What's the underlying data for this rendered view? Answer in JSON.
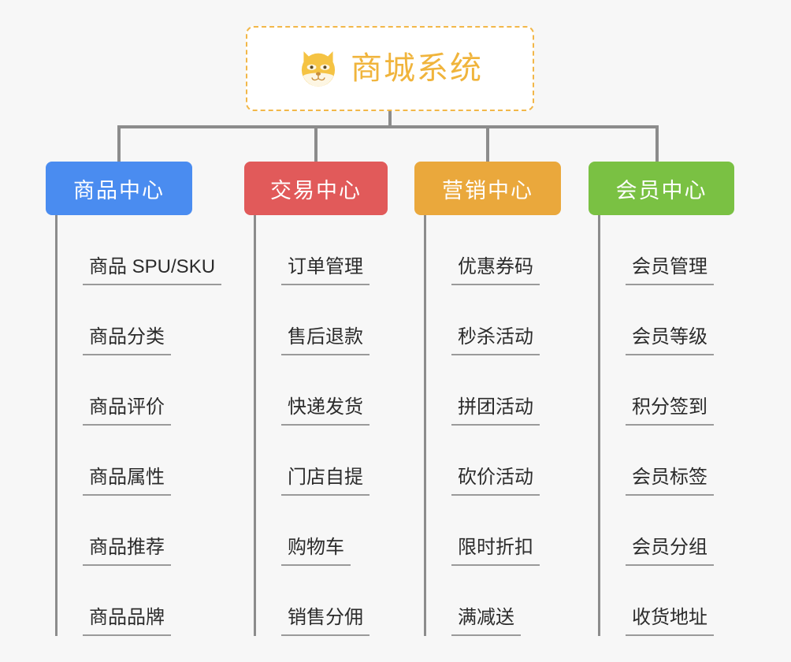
{
  "diagram": {
    "type": "mind-map",
    "background_color": "#f7f7f7",
    "root": {
      "title": "商城系统",
      "icon": "dog-face-emoji",
      "text_color": "#f0b43c",
      "border_color": "#f2b749",
      "border_style": "dashed",
      "background_color": "#ffffff"
    },
    "connector_color": "#8c8c8c",
    "branches": [
      {
        "label": "商品中心",
        "color": "#4a8cf0",
        "children": [
          "商品 SPU/SKU",
          "商品分类",
          "商品评价",
          "商品属性",
          "商品推荐",
          "商品品牌"
        ]
      },
      {
        "label": "交易中心",
        "color": "#e15a5a",
        "children": [
          "订单管理",
          "售后退款",
          "快递发货",
          "门店自提",
          "购物车",
          "销售分佣"
        ]
      },
      {
        "label": "营销中心",
        "color": "#eaa83c",
        "children": [
          "优惠券码",
          "秒杀活动",
          "拼团活动",
          "砍价活动",
          "限时折扣",
          "满减送"
        ]
      },
      {
        "label": "会员中心",
        "color": "#7ac143",
        "children": [
          "会员管理",
          "会员等级",
          "积分签到",
          "会员标签",
          "会员分组",
          "收货地址"
        ]
      }
    ]
  }
}
